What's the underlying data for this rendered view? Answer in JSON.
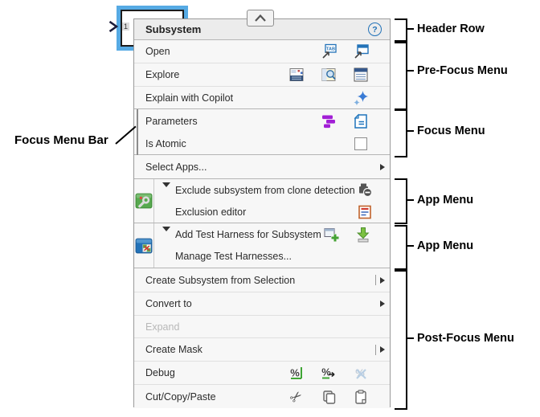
{
  "colors": {
    "accent_blue": "#2272b8",
    "purple": "#a21fd6",
    "green": "#3fa535",
    "selection_blue": "#56aae4",
    "menu_bg": "#f7f7f7",
    "header_bg": "#ececec"
  },
  "block": {
    "port_number": "1"
  },
  "menu": {
    "header": {
      "title": "Subsystem",
      "help": "?",
      "collapse_icon": "chevron-up-icon"
    },
    "pre_focus": [
      {
        "label": "Open",
        "icons": [
          "open-in-new-tab-icon",
          "open-in-new-window-icon"
        ]
      },
      {
        "label": "Explore",
        "icons": [
          "model-explorer-icon",
          "model-browser-icon",
          "property-inspector-icon"
        ]
      },
      {
        "label": "Explain with Copilot",
        "icons": [
          "copilot-sparkles-icon"
        ]
      }
    ],
    "focus": [
      {
        "label": "Parameters",
        "icons": [
          "parameters-icon",
          "block-parameters-dialog-icon"
        ]
      },
      {
        "label": "Is Atomic",
        "control": "checkbox",
        "checked": false
      }
    ],
    "select_apps": {
      "label": "Select Apps...",
      "has_submenu": true
    },
    "app_menus": [
      {
        "app_icon": "clone-detector-app-icon",
        "items": [
          {
            "label": "Exclude subsystem from clone detection",
            "icons": [
              "exclude-clone-detection-icon"
            ],
            "expanded": true
          },
          {
            "label": "Exclusion editor",
            "icons": [
              "exclusion-editor-icon"
            ]
          }
        ]
      },
      {
        "app_icon": "simulink-test-app-icon",
        "items": [
          {
            "label": "Add Test Harness for Subsystem",
            "icons": [
              "add-test-harness-icon",
              "import-test-harness-icon"
            ],
            "expanded": true
          },
          {
            "label": "Manage Test Harnesses...",
            "icons": []
          }
        ]
      }
    ],
    "post_focus": [
      {
        "label": "Create Subsystem from Selection",
        "submenu": "split"
      },
      {
        "label": "Convert to",
        "submenu": "arrow"
      },
      {
        "label": "Expand",
        "disabled": true
      },
      {
        "label": "Create Mask",
        "submenu": "split"
      },
      {
        "label": "Debug",
        "icons": [
          "run-to-breakpoint-icon",
          "step-over-icon",
          "clear-breakpoints-disabled-icon"
        ]
      },
      {
        "label": "Cut/Copy/Paste",
        "icons": [
          "cut-icon",
          "copy-icon",
          "paste-icon"
        ]
      }
    ]
  },
  "annotations": {
    "right": [
      "Header Row",
      "Pre-Focus Menu",
      "Focus Menu",
      "App Menu",
      "App Menu",
      "Post-Focus Menu"
    ],
    "left": "Focus Menu Bar"
  }
}
